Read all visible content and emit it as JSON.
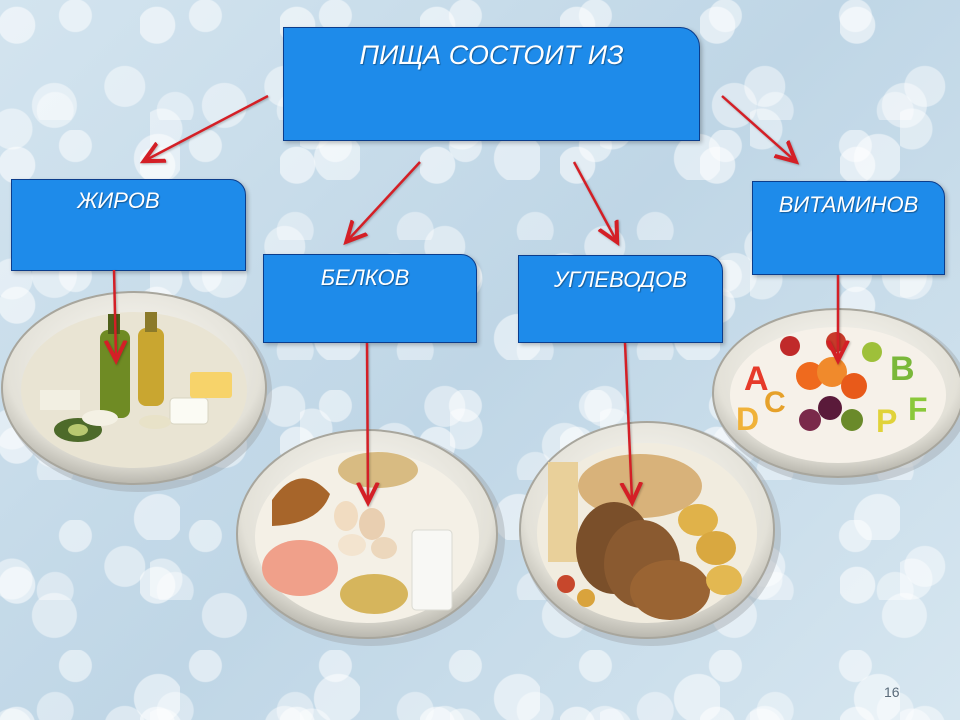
{
  "title": "ПИЩА СОСТОИТ ИЗ",
  "categories": {
    "fat": "ЖИРОВ",
    "protein": "БЕЛКОВ",
    "carbs": "УГЛЕВОДОВ",
    "vitamins": "ВИТАМИНОВ"
  },
  "vitamin_letters": [
    "A",
    "C",
    "D",
    "B",
    "P",
    "F"
  ],
  "page_number": "16",
  "colors": {
    "box_fill": "#1e8bea",
    "box_border": "#0b3d8c",
    "arrow": "#d41f26",
    "plate_rim": "#e8e6de"
  },
  "icons": [
    "fat-food-plate",
    "protein-food-plate",
    "carbs-food-plate",
    "vitamin-food-plate"
  ]
}
